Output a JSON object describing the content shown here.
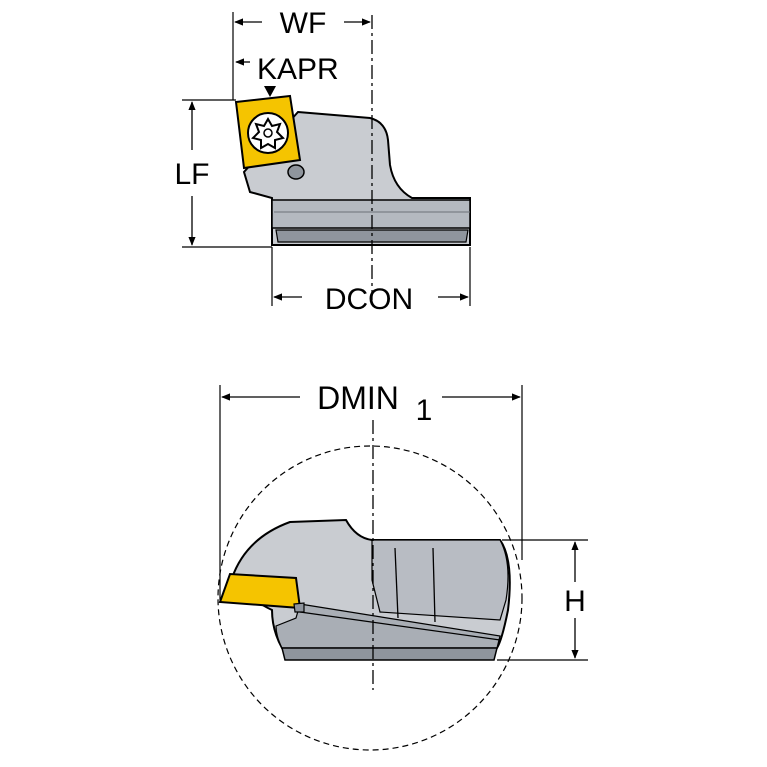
{
  "labels": {
    "wf": "WF",
    "kapr": "KAPR",
    "lf": "LF",
    "dcon": "DCON",
    "dmin": "DMIN",
    "dmin_subscript": "1",
    "h": "H"
  },
  "colors": {
    "insert": "#f5c400",
    "body_light": "#c9ccd1",
    "body_mid": "#aeb3ba",
    "body_dark": "#8f959d",
    "outline": "#000000",
    "dimension": "#000000"
  },
  "icons": {
    "screw": "torx-screw-icon"
  }
}
